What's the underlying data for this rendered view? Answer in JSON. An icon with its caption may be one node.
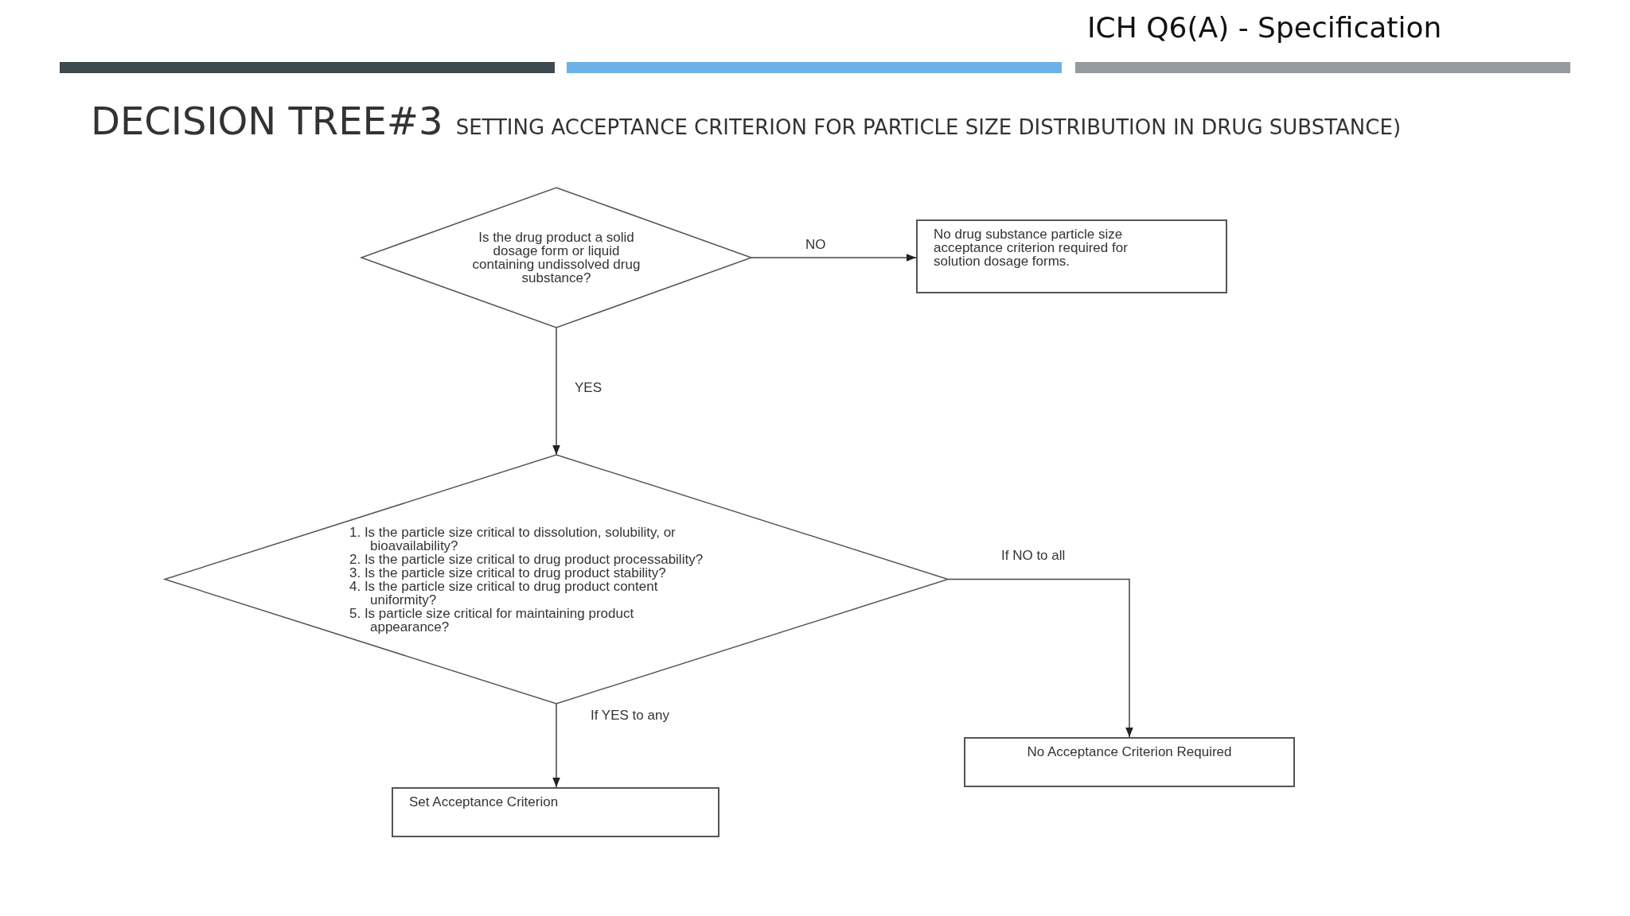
{
  "diagram": {
    "title": "DECISION TREE#3",
    "nodes": [
      {
        "text": [
          "Is the drug product a solid dosage form or liquid containing undissolved drug substance?"
        ]
      },
      {
        "text": [
          "No drug substance particle size acceptance criterion required for solution dosage forms."
        ]
      },
      {
        "text": [
          "1. Is the particle size critical to dissolution, solubility, or bioavailability?",
          "2. Is the particle size critical to drug product processability?",
          "3. Is the particle size critical to drug product stability?",
          "4. Is the particle size critical to drug product content uniformity?",
          "5. Is particle size critical for maintaining product appearance?"
        ]
      },
      {
        "text": [
          "Set Acceptance Criterion"
        ]
      },
      {
        "text": [
          "No Acceptance Criterion Required"
        ]
      }
    ],
    "edges": [
      {
        "from": 0,
        "to": 1,
        "arrow": "to",
        "label": "NO"
      },
      {
        "from": 0,
        "to": 2,
        "arrow": "to",
        "label": "YES"
      },
      {
        "from": 2,
        "to": 4,
        "arrow": "to",
        "label": "If NO to all"
      },
      {
        "from": 2,
        "to": 3,
        "arrow": "to",
        "label": "If YES to any"
      }
    ],
    "labels": [
      "ICH Q6(A) - Specification",
      "SETTING ACCEPTANCE CRITERION FOR PARTICLE SIZE DISTRIBUTION IN DRUG SUBSTANCE)"
    ]
  }
}
